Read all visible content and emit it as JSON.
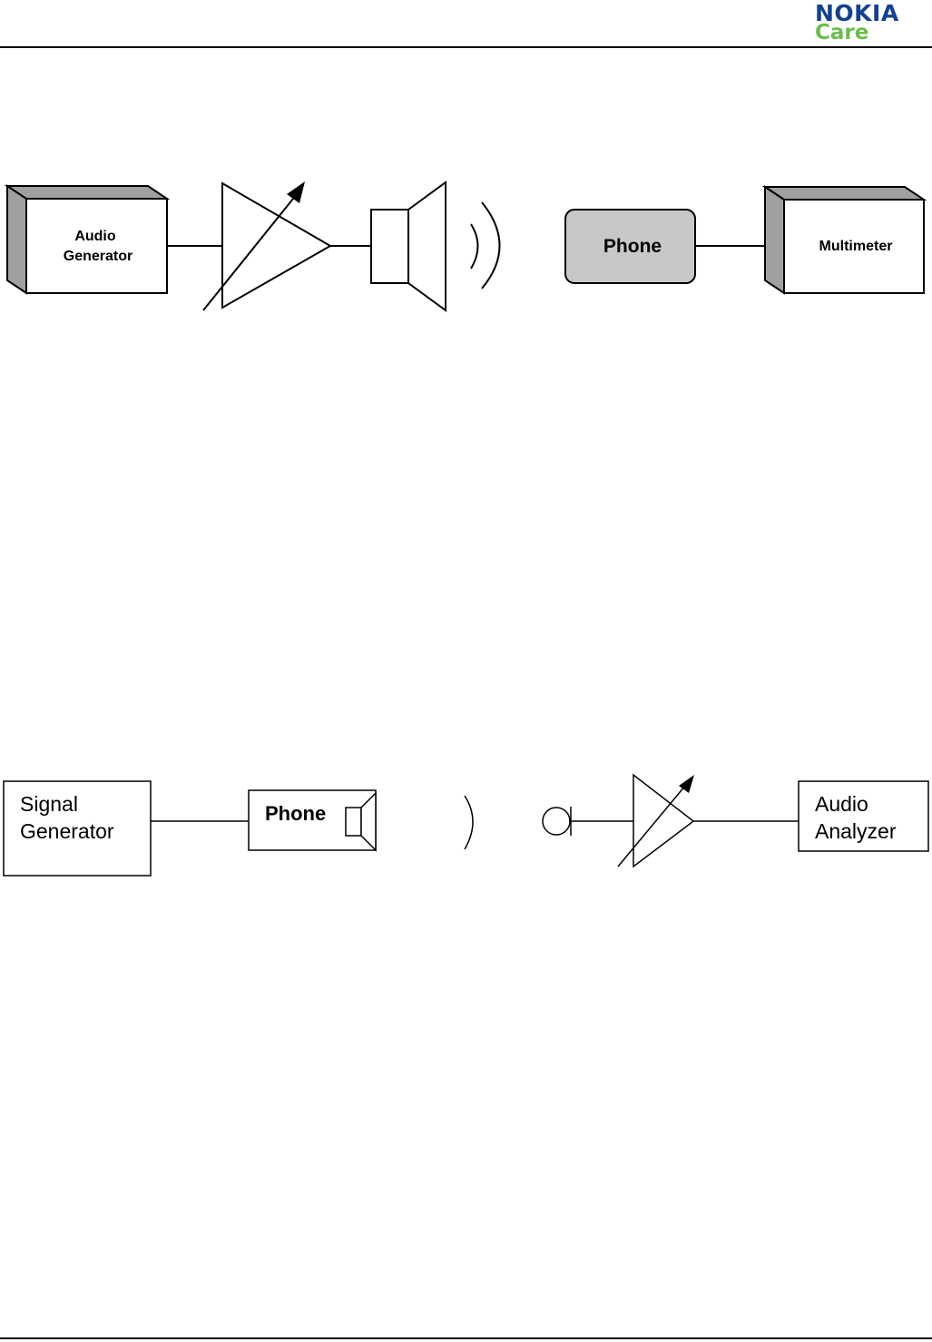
{
  "header": {
    "logo": {
      "brand": "NOKIA",
      "sub": "Care",
      "brand_color": "#124191",
      "sub_color": "#6ABF4B"
    }
  },
  "diagram1": {
    "audio_generator": [
      "Audio",
      "Generator"
    ],
    "phone": "Phone",
    "multimeter": "Multimeter",
    "phone_fill": "#c8c8c8",
    "box_side_fill": "#a0a0a0"
  },
  "diagram2": {
    "signal_generator": [
      "Signal",
      "Generator"
    ],
    "phone": "Phone",
    "audio_analyzer": [
      "Audio",
      "Analyzer"
    ]
  }
}
